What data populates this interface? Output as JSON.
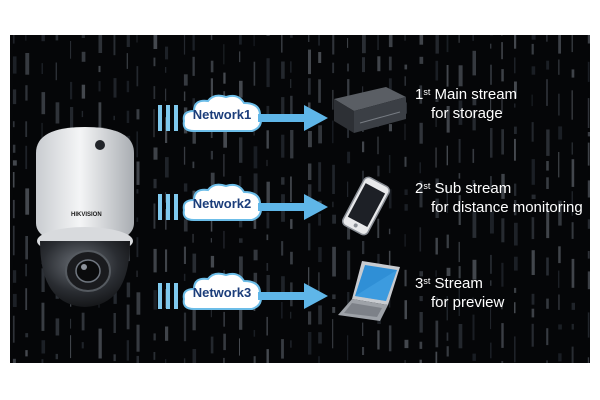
{
  "networks": [
    {
      "label": "Network1",
      "stream_number": "1",
      "stream_suffix": "st",
      "stream_name": " Main stream",
      "stream_purpose": "for storage",
      "device": "nvr-recorder"
    },
    {
      "label": "Network2",
      "stream_number": "2",
      "stream_suffix": "st",
      "stream_name": " Sub stream",
      "stream_purpose": "for distance monitoring",
      "device": "smartphone"
    },
    {
      "label": "Network3",
      "stream_number": "3",
      "stream_suffix": "st",
      "stream_name": " Stream",
      "stream_purpose": "for preview",
      "device": "laptop"
    }
  ],
  "camera_brand": "HIKVISION",
  "colors": {
    "background": "#050608",
    "accent_blue": "#5fb6e8",
    "cloud_text": "#1b3d7a",
    "label_text": "#ffffff"
  }
}
